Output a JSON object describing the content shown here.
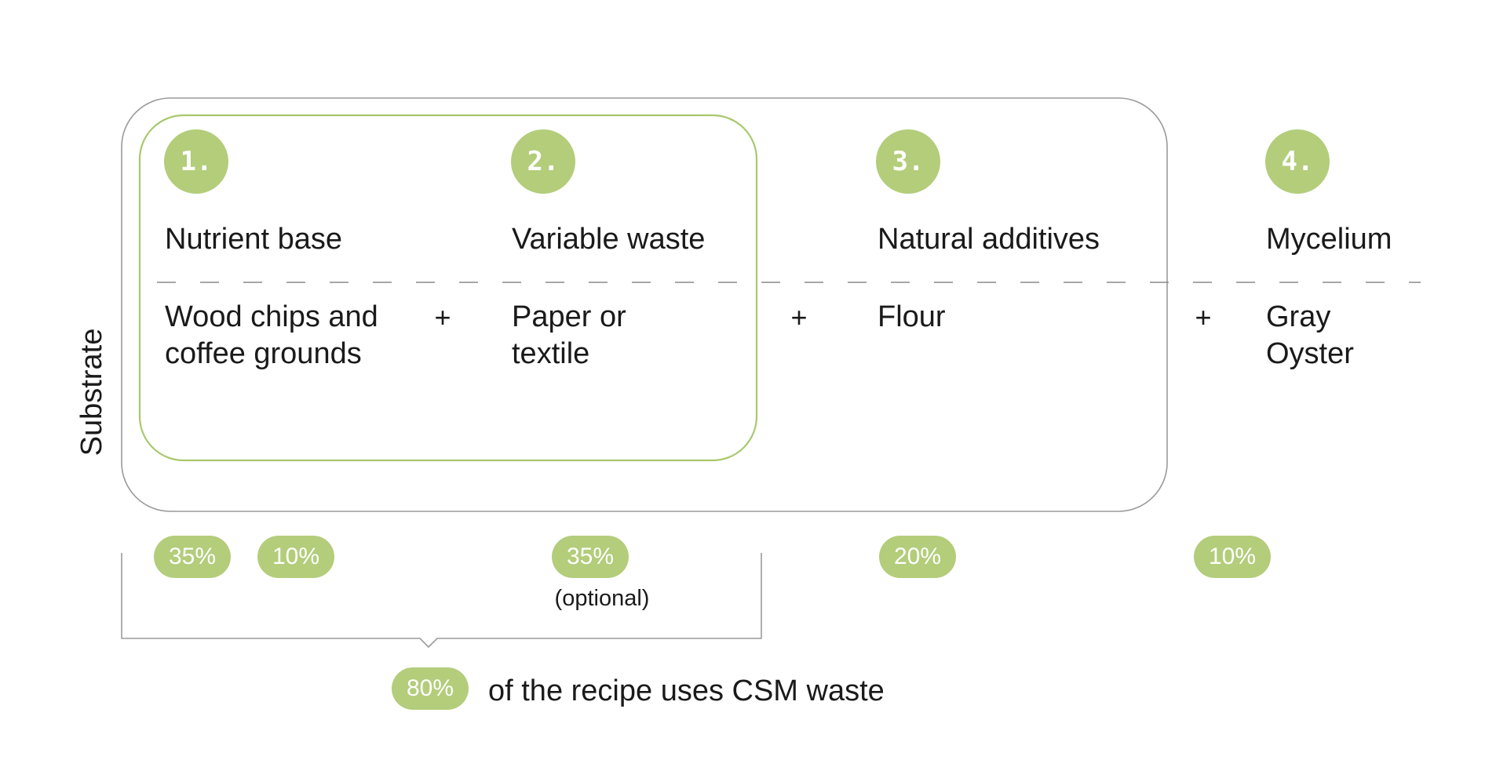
{
  "colors": {
    "accent": "#b3cd7b",
    "accent_stroke": "#a9c86d",
    "outline": "#9a9a9a",
    "dash": "#8a8a8a",
    "text": "#1a1a1a"
  },
  "side_label": "Substrate",
  "steps": [
    {
      "number": "1.",
      "heading": "Nutrient base",
      "item": "Wood chips and coffee grounds"
    },
    {
      "number": "2.",
      "heading": "Variable waste",
      "item": "Paper or textile"
    },
    {
      "number": "3.",
      "heading": "Natural additives",
      "item": "Flour"
    },
    {
      "number": "4.",
      "heading": "Mycelium",
      "item": "Gray Oyster"
    }
  ],
  "operators": [
    "+",
    "+",
    "+"
  ],
  "percentages": [
    "35%",
    "10%",
    "35%",
    "20%",
    "10%"
  ],
  "optional_note": "(optional)",
  "summary": {
    "percent": "80%",
    "text": "of the recipe uses CSM waste"
  }
}
